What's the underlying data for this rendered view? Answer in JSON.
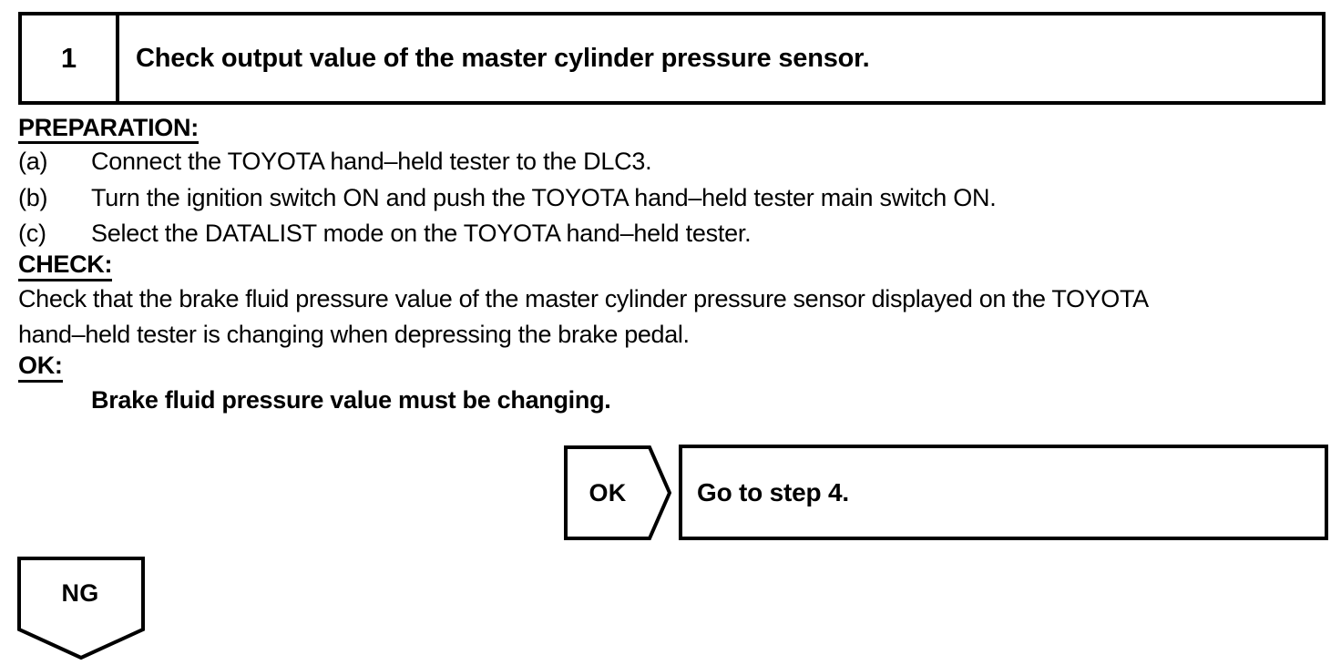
{
  "step": {
    "number": "1",
    "title": "Check output value of the master cylinder pressure sensor."
  },
  "preparation": {
    "heading": "PREPARATION:",
    "items": [
      {
        "label": "(a)",
        "text": "Connect the TOYOTA hand–held tester to the DLC3."
      },
      {
        "label": "(b)",
        "text": "Turn the ignition switch ON and push the TOYOTA hand–held tester main switch ON."
      },
      {
        "label": "(c)",
        "text": "Select the DATALIST mode on the TOYOTA hand–held tester."
      }
    ]
  },
  "check": {
    "heading": "CHECK:",
    "line1": "Check that the brake fluid pressure value of the master cylinder pressure sensor displayed on the TOYOTA",
    "line2": "hand–held tester is changing when depressing the brake pedal."
  },
  "ok_criteria": {
    "heading": "OK:",
    "value": "Brake fluid pressure value must be changing."
  },
  "flow": {
    "ok_arrow_label": "OK",
    "ok_result": "Go to step 4.",
    "ng_label": "NG"
  },
  "colors": {
    "ink": "#000000",
    "paper": "#ffffff"
  }
}
